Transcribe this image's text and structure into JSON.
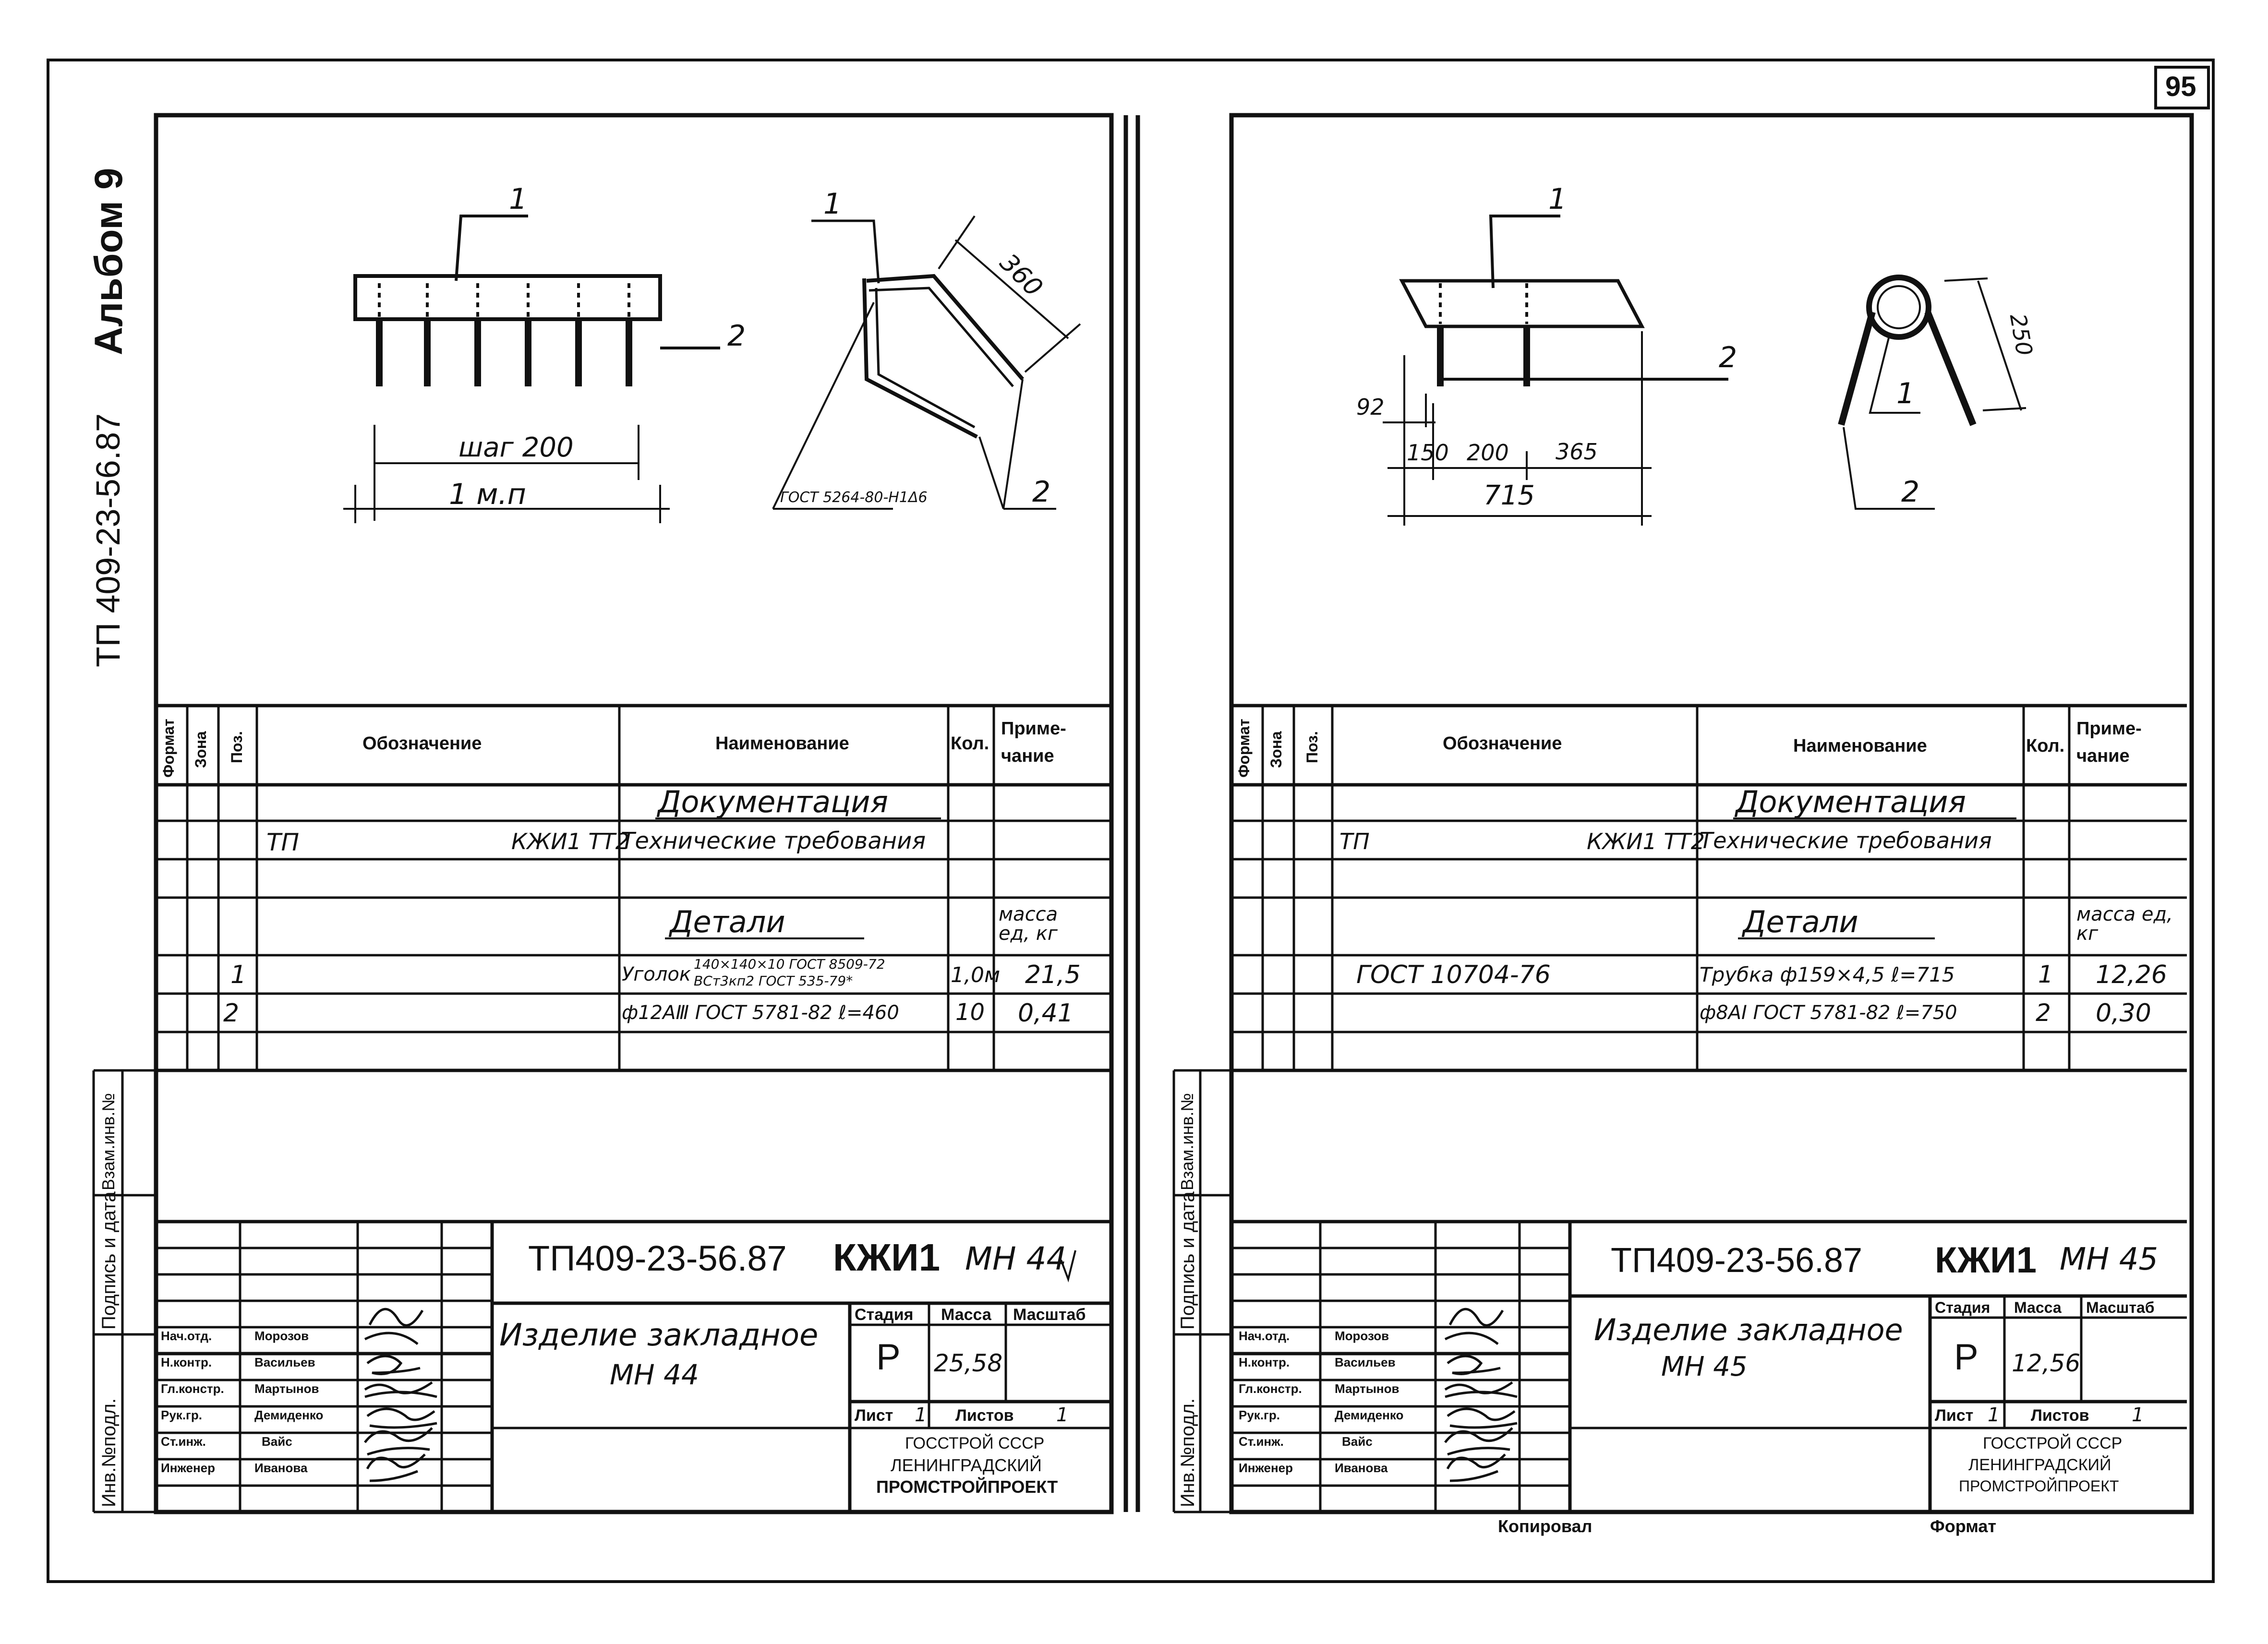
{
  "page_number": "95",
  "margin": {
    "album": "Альбом 9",
    "project_code": "ТП 409-23-56.87",
    "stub_labels": [
      "Инв.№подл.",
      "Подпись и дата",
      "Взам.инв.№"
    ]
  },
  "bottom_labels": {
    "left": "Копировал",
    "right": "Формат"
  },
  "table_headers": {
    "format": "Формат",
    "zone": "Зона",
    "pos": "Поз.",
    "designation": "Обозначение",
    "name": "Наименование",
    "qty": "Кол.",
    "note": "Приме- чание"
  },
  "title_roles": [
    "Нач.отд.",
    "Н.контр.",
    "Гл.констр.",
    "Рук.гр.",
    "Ст.инж.",
    "Инженер"
  ],
  "title_people": [
    "Морозов",
    "Васильев",
    "Мартынов",
    "Демиденко",
    "Вайс",
    "Иванова"
  ],
  "sheets": [
    {
      "drawing": {
        "leader_1": "1",
        "leader_2": "2",
        "pitch": "шаг 200",
        "length": "1 м.п",
        "angle_leader_1": "1",
        "dim_360": "360",
        "gost_note": "ГОСТ 5264-80-Н1Δ6",
        "angle_leader_2": "2"
      },
      "spec": {
        "section_docs": "Документация",
        "doc_row": {
          "code": "ТП",
          "designation": "КЖИ1 ТТ2",
          "name": "Технические требования"
        },
        "section_parts": "Детали",
        "mass_header": "масса ед, кг",
        "rows": [
          {
            "pos": "1",
            "name_top": "140×140×10 ГОСТ 8509-72",
            "name_prefix": "Уголок",
            "name_bottom": "ВСт3кп2 ГОСТ 535-79*",
            "qty": "1,0м",
            "mass": "21,5"
          },
          {
            "pos": "2",
            "name": "ф12АⅢ ГОСТ 5781-82 ℓ=460",
            "qty": "10",
            "mass": "0,41"
          }
        ]
      },
      "title_block": {
        "doc_number": "ТП409-23-56.87",
        "mark": "КЖИ1",
        "item": "МН 44",
        "item_name": "Изделие закладное",
        "item_code": "МН 44",
        "stage_label": "Стадия",
        "mass_label": "Масса",
        "scale_label": "Масштаб",
        "stage": "Р",
        "mass": "25,58",
        "sheet_label": "Лист",
        "sheet": "1",
        "sheets_label": "Листов",
        "sheets": "1",
        "org": [
          "ГОССТРОЙ СССР",
          "ЛЕНИНГРАДСКИЙ",
          "ПРОМСТРОЙПРОЕКТ"
        ]
      }
    },
    {
      "drawing": {
        "leader_1": "1",
        "leader_2": "2",
        "dim_92": "92",
        "dim_150": "150",
        "dim_200": "200",
        "dim_365": "365",
        "dim_715": "715",
        "dim_250": "250",
        "pipe_leader_1": "1",
        "pipe_leader_2": "2"
      },
      "spec": {
        "section_docs": "Документация",
        "doc_row": {
          "code": "ТП",
          "designation": "КЖИ1 ТТ2",
          "name": "Технические требования"
        },
        "section_parts": "Детали",
        "mass_header": "масса ед, кг",
        "rows": [
          {
            "pos": "",
            "designation": "ГОСТ 10704-76",
            "name": "Трубка ф159×4,5 ℓ=715",
            "qty": "1",
            "mass": "12,26"
          },
          {
            "pos": "",
            "name": "ф8АⅠ ГОСТ 5781-82 ℓ=750",
            "qty": "2",
            "mass": "0,30"
          }
        ]
      },
      "title_block": {
        "doc_number": "ТП409-23-56.87",
        "mark": "КЖИ1",
        "item": "МН 45",
        "item_name": "Изделие закладное",
        "item_code": "МН 45",
        "stage_label": "Стадия",
        "mass_label": "Масса",
        "scale_label": "Масштаб",
        "stage": "Р",
        "mass": "12,56",
        "sheet_label": "Лист",
        "sheet": "1",
        "sheets_label": "Листов",
        "sheets": "1",
        "org": [
          "ГОССТРОЙ СССР",
          "ЛЕНИНГРАДСКИЙ",
          "ПРОМСТРОЙПРОЕКТ"
        ]
      }
    }
  ]
}
